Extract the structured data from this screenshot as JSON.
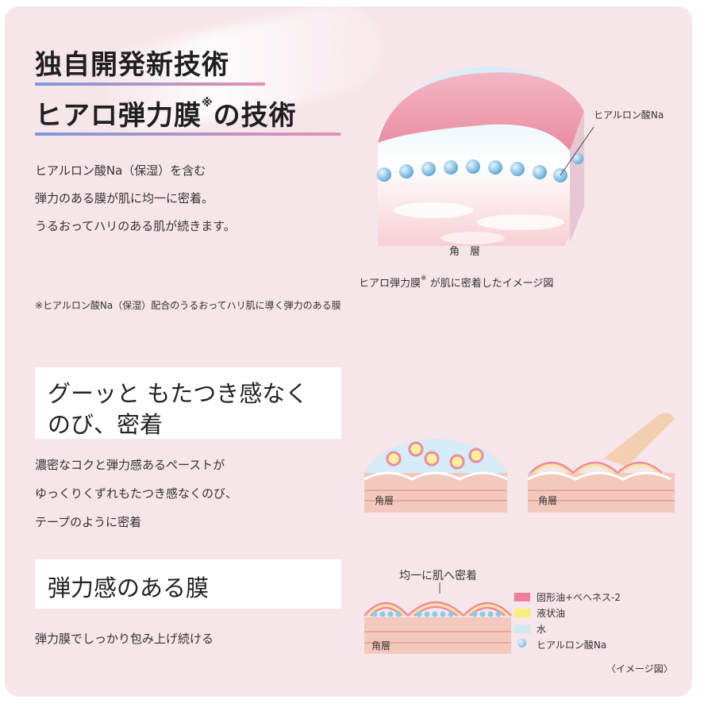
{
  "header": {
    "title_line1": "独自開発新技術",
    "title_line2": "ヒアロ弾力膜",
    "title_note_mark": "※",
    "title_line2_suffix": "の技術"
  },
  "intro": {
    "lines": [
      "ヒアルロン酸Na（保湿）を含む",
      "弾力のある膜が肌に均一に密着。",
      "うるおってハリのある肌が続きます。"
    ],
    "footnote": "※ヒアルロン酸Na（保湿）配合のうるおってハリ肌に導く弾力のある膜"
  },
  "illustration_top": {
    "label_hyaluronic": "ヒアルロン酸Na",
    "label_layer": "角　層",
    "caption_prefix": "ヒアロ弾力膜",
    "caption_mark": "※",
    "caption_suffix": " が肌に密着したイメージ図"
  },
  "section1": {
    "title_line1": "グーッと もたつき感なく",
    "title_line2": "のび、密着",
    "lines": [
      "濃密なコクと弾力感あるペーストが",
      "ゆっくりくずれもたつき感なくのび、",
      "テープのように密着"
    ],
    "layer_label_left": "角層",
    "layer_label_right": "角層"
  },
  "section2": {
    "title": "弾力感のある膜",
    "line": "弾力膜でしっかり包み上げ続ける",
    "diagram_label": "均一に肌へ密着",
    "layer_label": "角層"
  },
  "legend": {
    "items": [
      {
        "label": "固形油+ベヘネス-2",
        "color": "#ec7f9a"
      },
      {
        "label": "液状油",
        "color": "#f8ef7a"
      },
      {
        "label": "水",
        "color": "#cfe8f1"
      },
      {
        "label": "ヒアルロン酸Na",
        "color": "#8cc9ea"
      }
    ],
    "image_note": "〈イメージ図〉"
  }
}
